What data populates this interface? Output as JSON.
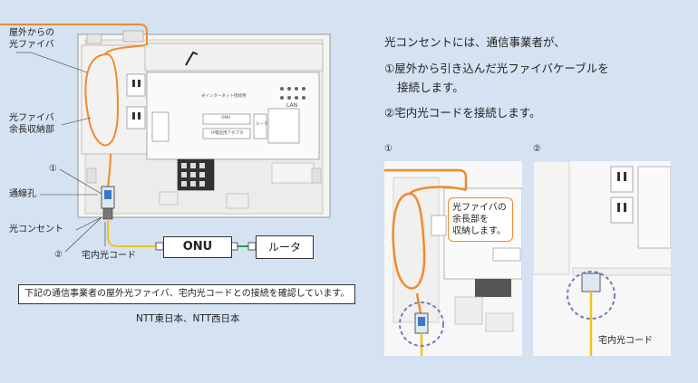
{
  "left_labels": {
    "outdoor_fiber": [
      "屋外からの",
      "光ファイバ"
    ],
    "fiber_storage": [
      "光ファイバ",
      "余長収納部"
    ],
    "circle1": "①",
    "wiring_hole": "通線孔",
    "optical_outlet": "光コンセント",
    "circle2": "②",
    "indoor_cord": "宅内光コード"
  },
  "boxes": {
    "onu": "ONU",
    "router": "ルータ"
  },
  "device_text": {
    "header": "光インターネット接続用",
    "onu": "ONU",
    "adapter": "IP電話用アダプタ",
    "router": "ルータ",
    "lan": "LAN"
  },
  "notice": "下記の通信事業者の屋外光ファイバ、宅内光コードとの接続を確認しています。",
  "providers": "NTT東日本、NTT西日本",
  "intro": {
    "lead": "光コンセントには、通信事業者が、",
    "item1_line1": "①屋外から引き込んだ光ファイバケーブルを",
    "item1_line2": "接続します。",
    "item2": "②宅内光コードを接続します。"
  },
  "photo1": {
    "marker": "①",
    "callout": [
      "光ファイバの",
      "余長部を",
      "収納します。"
    ]
  },
  "photo2": {
    "marker": "②",
    "label": "宅内光コード"
  },
  "colors": {
    "fiber": "#f08a2c",
    "cord": "#f2c514",
    "lan": "#1fa05a",
    "background": "#d5e2f2",
    "dashed_circle": "#6f7fb8"
  }
}
